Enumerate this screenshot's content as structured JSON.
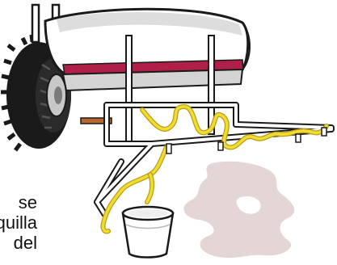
{
  "caption": {
    "lines": [
      "se",
      "quilla",
      "del"
    ]
  },
  "illustration": {
    "subject": "tractor-with-sprayer-boom-and-bucket",
    "colors": {
      "outline": "#1a1a1a",
      "tank_fill": "#ffffff",
      "tank_shade": "#d4d4d4",
      "tank_stripe": "#b01f47",
      "tire": "#1a1a1a",
      "hose": "#f2dc32",
      "hose_dark": "#b79e12",
      "hub": "#c8c8c8",
      "spill": "#e4d6d6",
      "frame": "#ffffff",
      "rust_bar": "#b8672e"
    }
  }
}
